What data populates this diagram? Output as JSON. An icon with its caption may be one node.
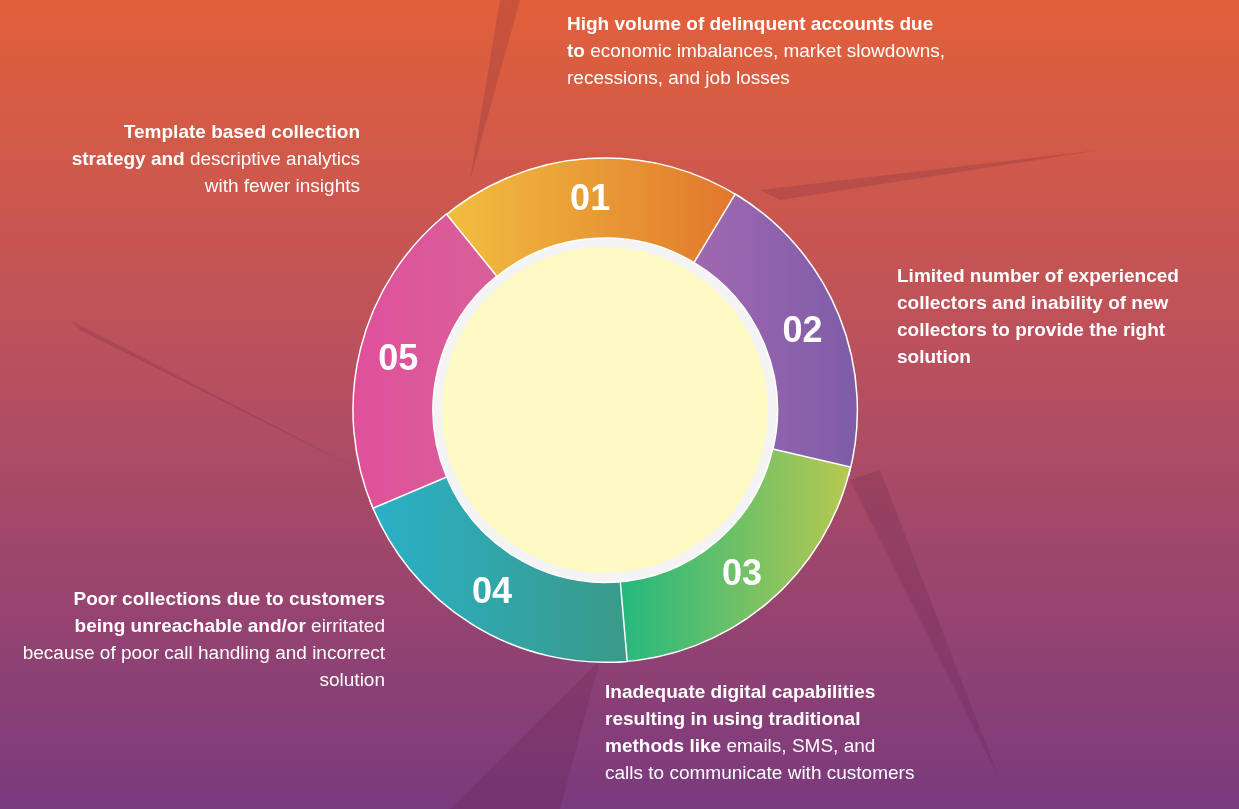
{
  "diagram": {
    "nodes": [
      {
        "text": [
          "01"
        ],
        "beside": [
          "**High volume of delinquent accounts due to** economic imbalances, market slowdowns, recessions, and job losses"
        ]
      },
      {
        "text": [
          "02"
        ],
        "beside": [
          "Limited number of experienced collectors and inability of new collectors to provide the right solution"
        ]
      },
      {
        "text": [
          "03"
        ],
        "beside": [
          "**Inadequate digital capabilities resulting in using traditional methods like** emails, SMS, and calls to communicate with customers"
        ]
      },
      {
        "text": [
          "04"
        ],
        "beside": [
          "**Poor collections due to customers being unreachable and/or** eirritated because of poor call handling and incorrect solution"
        ]
      },
      {
        "text": [
          "05"
        ],
        "beside": [
          "**Template based collection strategy and** descriptive analytics with fewer insights"
        ]
      }
    ]
  }
}
